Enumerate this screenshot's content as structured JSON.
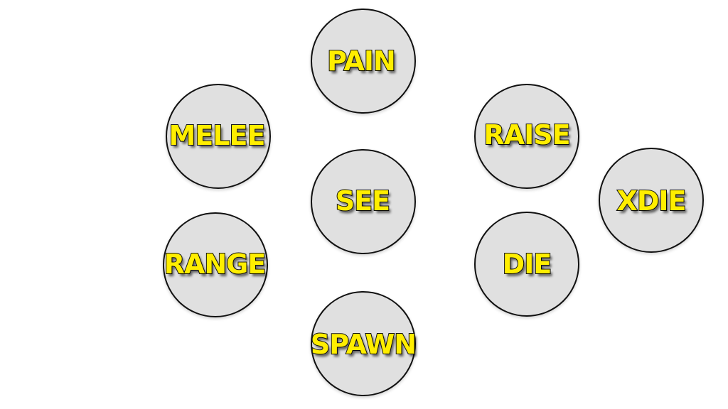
{
  "nodes": {
    "pain": "PAIN",
    "melee": "MELEE",
    "raise": "RAISE",
    "see": "SEE",
    "xdie": "XDIE",
    "range": "RANGE",
    "die": "DIE",
    "spawn": "SPAWN"
  },
  "colors": {
    "circle_fill": "#e0e0e0",
    "circle_stroke": "#111111",
    "label_fill": "#ffee00",
    "label_outline": "#111111",
    "background": "#ffffff"
  }
}
